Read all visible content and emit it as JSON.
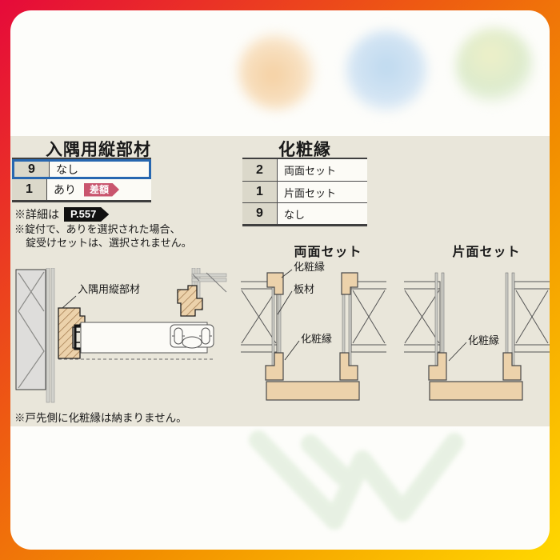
{
  "colors": {
    "frame_red": "#e60a3a",
    "frame_orange": "#f28d00",
    "frame_yellow": "#ffd800",
    "content_beige": "#e9e6da",
    "highlight_blue": "#2767b0",
    "badge_rose": "#c9556e",
    "badge_black": "#111111",
    "wood_tan": "#ecd2ab"
  },
  "left_section": {
    "title": "入隅用縦部材",
    "options": [
      {
        "code": "9",
        "label": "なし"
      },
      {
        "code": "1",
        "label": "あり",
        "badge": "差額"
      }
    ],
    "detail_note_prefix": "※詳細は",
    "detail_page_badge": "P.557",
    "note_line1": "※錠付で、ありを選択された場合、",
    "note_line2": "錠受けセットは、選択されません。",
    "diagram_label": "入隅用縦部材",
    "bottom_note": "※戸先側に化粧縁は納まりません。"
  },
  "right_section": {
    "title": "化粧縁",
    "options": [
      {
        "code": "2",
        "label": "両面セット"
      },
      {
        "code": "1",
        "label": "片面セット"
      },
      {
        "code": "9",
        "label": "なし"
      }
    ],
    "both_sides": {
      "title": "両面セット",
      "label_trim_top": "化粧縁",
      "label_board": "板材",
      "label_trim_bottom": "化粧縁"
    },
    "single_side": {
      "title": "片面セット",
      "label_trim": "化粧縁"
    }
  }
}
